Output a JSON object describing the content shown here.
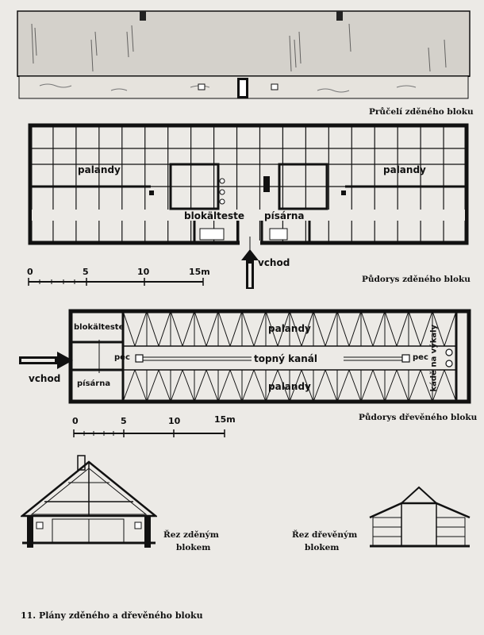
{
  "elevation": {
    "caption": "Průčelí zděného bloku"
  },
  "brick_plan": {
    "caption": "Půdorys zděného bloku",
    "labels": {
      "bunks_left": "palandy",
      "bunks_right": "palandy",
      "block_elder": "blokälteste",
      "office": "písárna",
      "entrance": "vchod"
    },
    "scale": {
      "ticks": [
        "0",
        "5",
        "10",
        "15m"
      ]
    }
  },
  "wood_plan": {
    "caption": "Půdorys dřevěného bloku",
    "labels": {
      "block_elder": "blokälteste",
      "office": "písárna",
      "entrance": "vchod",
      "bunks_top": "palandy",
      "bunks_bottom": "palandy",
      "stove_left": "pec",
      "stove_right": "pec",
      "flue": "topný kanál",
      "tubs": "kádě na výkaly"
    },
    "scale": {
      "ticks": [
        "0",
        "5",
        "10",
        "15m"
      ]
    }
  },
  "sections": {
    "brick": {
      "line1": "Řez zděným",
      "line2": "blokem"
    },
    "wood": {
      "line1": "Řez dřevěným",
      "line2": "blokem"
    }
  },
  "figure_caption": "11. Plány zděného a dřevěného bloku"
}
